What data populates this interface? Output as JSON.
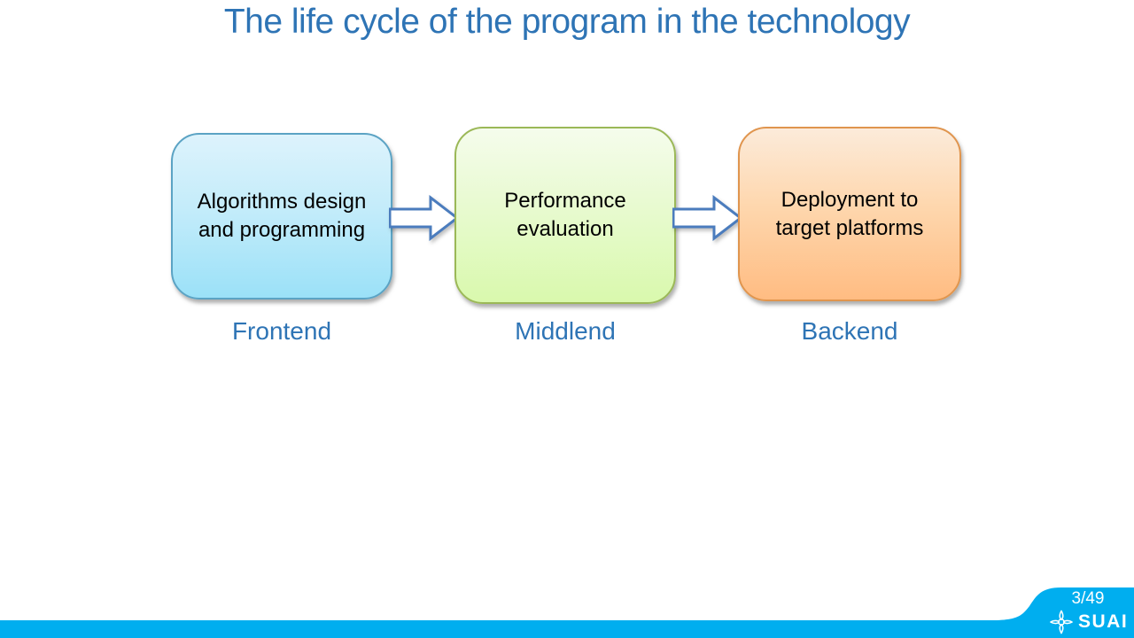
{
  "slide": {
    "title": "The life cycle of the program in the technology"
  },
  "diagram": {
    "boxes": [
      {
        "text": "Algorithms design and programming",
        "label": "Frontend",
        "fill_top": "#ddf3fc",
        "fill_bottom": "#9be1f8",
        "border": "#5ba3c4"
      },
      {
        "text": "Performance evaluation",
        "label": "Middlend",
        "fill_top": "#f5fcec",
        "fill_bottom": "#d9f9ad",
        "border": "#9bb857"
      },
      {
        "text": "Deployment to target platforms",
        "label": "Backend",
        "fill_top": "#fcebda",
        "fill_bottom": "#ffbc82",
        "border": "#e0954e"
      }
    ],
    "arrow_stroke": "#4b7cbd",
    "arrow_fill": "#ffffff"
  },
  "footer": {
    "page_indicator": "3/49",
    "brand": "SUAI",
    "bar_color": "#00aeef"
  },
  "colors": {
    "title_text": "#2e74b5",
    "tier_label_text": "#2e74b5"
  }
}
